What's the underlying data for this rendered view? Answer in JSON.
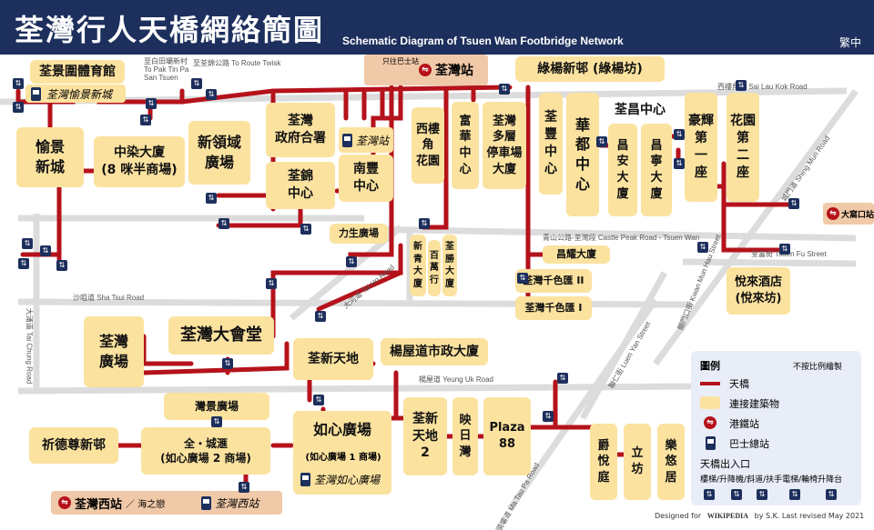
{
  "header": {
    "title_zh": "荃灣行人天橋網絡簡圖",
    "title_en": "Schematic Diagram of Tsuen Wan Footbridge Network",
    "lang": "繁中"
  },
  "buildings": [
    {
      "id": "b1",
      "label": "荃景圍體育館"
    },
    {
      "id": "b2",
      "label": "愉景\n新城"
    },
    {
      "id": "b3",
      "label": "中染大廈\n(8 咪半商場)"
    },
    {
      "id": "b4",
      "label": "新領域\n廣場"
    },
    {
      "id": "b5",
      "label": "荃灣\n政府合署"
    },
    {
      "id": "b6",
      "label": "荃錦\n中心"
    },
    {
      "id": "b7",
      "label": "南豐\n中心"
    },
    {
      "id": "b8",
      "label": "西樓\n角\n花園"
    },
    {
      "id": "b9",
      "label": "富\n華\n中\n心"
    },
    {
      "id": "b10",
      "label": "荃灣\n多層\n停車場\n大廈"
    },
    {
      "id": "b11",
      "label": "綠楊新邨 (綠楊坊)"
    },
    {
      "id": "b12",
      "label": "荃\n豐\n中\n心"
    },
    {
      "id": "b13",
      "label": "華\n都\n中\n心"
    },
    {
      "id": "b14",
      "label": "荃昌中心"
    },
    {
      "id": "b15",
      "label": "豪輝\n第\n一\n座"
    },
    {
      "id": "b16",
      "label": "花園\n第\n二\n座"
    },
    {
      "id": "b17",
      "label": "力生廣場"
    },
    {
      "id": "b18",
      "label": "新\n青\n大\n廈"
    },
    {
      "id": "b19",
      "label": "百\n萬\n行"
    },
    {
      "id": "b20",
      "label": "荃\n勝\n大\n廈"
    },
    {
      "id": "b21",
      "label": "昌耀大廈"
    },
    {
      "id": "b22",
      "label": "荃灣千色匯 II"
    },
    {
      "id": "b23",
      "label": "荃灣千色匯 I"
    },
    {
      "id": "b24",
      "label": "悅來酒店\n(悅來坊)"
    },
    {
      "id": "b25",
      "label": "荃灣\n廣場"
    },
    {
      "id": "b26",
      "label": "荃灣大會堂"
    },
    {
      "id": "b27",
      "label": "荃新天地"
    },
    {
      "id": "b28",
      "label": "楊屋道市政大廈"
    },
    {
      "id": "b29",
      "label": "灣景廣場"
    },
    {
      "id": "b30",
      "label": "全・城滙\n(如心廣場 2 商場)"
    },
    {
      "id": "b31",
      "label": "如心廣場"
    },
    {
      "id": "b32",
      "label": "荃新\n天地\n2"
    },
    {
      "id": "b33",
      "label": "映\n日\n灣"
    },
    {
      "id": "b34",
      "label": "Plaza\n88"
    },
    {
      "id": "b35",
      "label": "爵\n悅\n庭"
    },
    {
      "id": "b36",
      "label": "立\n坊"
    },
    {
      "id": "b37",
      "label": "樂\n悠\n居"
    },
    {
      "id": "b38",
      "label": "祈德尊新邨"
    },
    {
      "id": "b39",
      "label": "昌\n安\n大\n廈"
    },
    {
      "id": "b40",
      "label": "昌\n寧\n大\n廈"
    }
  ],
  "stations": {
    "tsuen_wan": "荃灣站",
    "tsuen_wan_west": "荃灣西站",
    "tsuen_wan_west_extra": "／ 海之戀",
    "tai_wo_hau": "大窩口站",
    "bus_terminus_west": "荃灣西站",
    "only_to_bus": "只往巴士站"
  },
  "sublabels": {
    "bus_yuk": "荃灣愉景新城",
    "bus_tw": "荃灣站",
    "bus_nina": "荃灣如心廣場",
    "nina_mall1": "(如心廣場 1 商場)"
  },
  "notes": {
    "n1": "至白田壩新村\nTo Pak Tin Pa\nSan Tsuen",
    "n2": "至荃錦公路 To Route Twisk"
  },
  "roads": [
    {
      "id": "r1",
      "label": "西樓角路 Sai Lau Kok Road"
    },
    {
      "id": "r2",
      "label": "青山公路-荃灣段 Castle Peak Road - Tsuen Wan"
    },
    {
      "id": "r3",
      "label": "沙咀道 Sha Tsui Road"
    },
    {
      "id": "r4",
      "label": "大河道 Tai Ho Road"
    },
    {
      "id": "r5",
      "label": "楊屋道 Yeung Uk Road"
    },
    {
      "id": "r6",
      "label": "大涌道 Tai Chung Road"
    },
    {
      "id": "r7",
      "label": "馬頭壩道 Ma Tau Pa Road"
    },
    {
      "id": "r8",
      "label": "聯仁街 Luen Yan Street"
    },
    {
      "id": "r9",
      "label": "關門口街 Kwan Mun Hau Street"
    },
    {
      "id": "r10",
      "label": "荃富街 Tsuen Fu Street"
    },
    {
      "id": "r11",
      "label": "城門道 Shing Mun Road"
    }
  ],
  "legend": {
    "title": "圖例",
    "scale": "不按比例繪製",
    "bridge": "天橋",
    "building": "連接建築物",
    "mtr": "港鐵站",
    "bus": "巴士總站",
    "exit_title": "天橋出入口",
    "exit_desc": "樓梯/升降機/斜道/扶手電梯/輪椅升降台"
  },
  "credit": {
    "designed": "Designed for",
    "wiki": "WIKIPEDIA",
    "by": "by S.K. Last revised May 2021"
  },
  "colors": {
    "bridge": "#b5121b",
    "building": "#fbe29f",
    "header": "#1d2f5c",
    "station": "#f0c9a8",
    "road": "#dcdcdc"
  }
}
